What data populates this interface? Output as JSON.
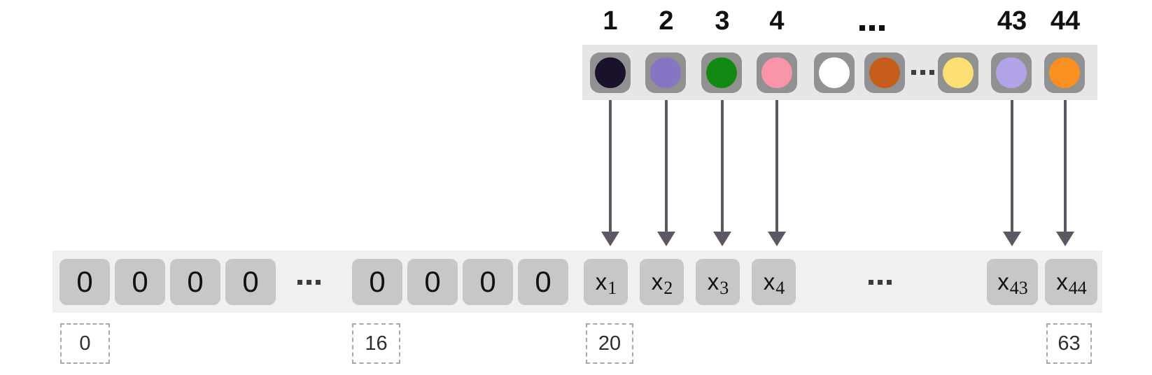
{
  "token_row": {
    "position_labels": [
      "1",
      "2",
      "3",
      "4",
      "43",
      "44"
    ],
    "ellipsis": "...",
    "tokens": [
      {
        "name": "token-1",
        "color": "#191228"
      },
      {
        "name": "token-2",
        "color": "#8874c6"
      },
      {
        "name": "token-3",
        "color": "#128912"
      },
      {
        "name": "token-4",
        "color": "#f995a8"
      },
      {
        "name": "token-5",
        "color": "#ffffff"
      },
      {
        "name": "token-6",
        "color": "#c85c1c"
      },
      {
        "name": "token-7",
        "color": "#fbdf72"
      },
      {
        "name": "token-43",
        "color": "#b3a3e8"
      },
      {
        "name": "token-44",
        "color": "#f9901f"
      }
    ]
  },
  "array_row": {
    "zeros": [
      "0",
      "0",
      "0",
      "0",
      "0",
      "0",
      "0",
      "0"
    ],
    "ellipsis": "...",
    "x_cells": [
      {
        "base": "x",
        "sub": "1"
      },
      {
        "base": "x",
        "sub": "2"
      },
      {
        "base": "x",
        "sub": "3"
      },
      {
        "base": "x",
        "sub": "4"
      },
      {
        "base": "x",
        "sub": "43"
      },
      {
        "base": "x",
        "sub": "44"
      }
    ]
  },
  "index_markers": [
    "0",
    "16",
    "20",
    "63"
  ],
  "colors": {
    "token_strip_bg": "#e6e6e6",
    "token_box": "#919191",
    "array_strip_bg": "#f0f0f0",
    "array_cell": "#c7c7c7",
    "arrow": "#5d5663",
    "dots": "#3d3d3d",
    "label_text": "#111111",
    "index_text": "#2f2f2f",
    "index_border": "#a8a8a8"
  }
}
